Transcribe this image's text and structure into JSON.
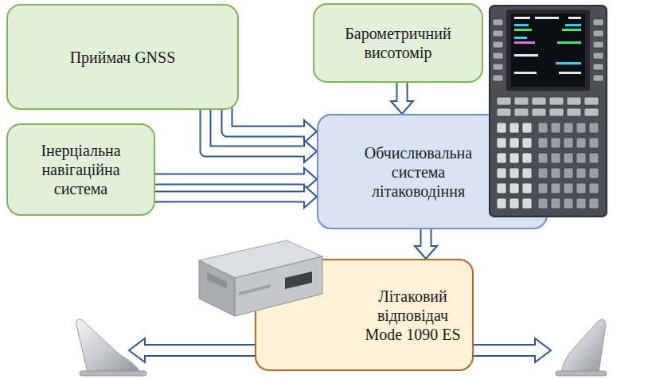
{
  "diagram": {
    "nodes": [
      {
        "text": [
          "Приймач GNSS"
        ]
      },
      {
        "text": [
          "Барометричний висотомір"
        ]
      },
      {
        "text": [
          "Інерціальна навігаційна система"
        ]
      },
      {
        "text": [
          "Обчислювальна система літаководіння"
        ]
      },
      {
        "text": [
          "Літаковий відповідач Mode 1090 ES"
        ]
      }
    ],
    "edges": [
      {
        "from": 0,
        "to": 3,
        "arrow": "to"
      },
      {
        "from": 0,
        "to": 3,
        "arrow": "to"
      },
      {
        "from": 1,
        "to": 3,
        "arrow": "to"
      },
      {
        "from": 2,
        "to": 3,
        "arrow": "to"
      },
      {
        "from": 2,
        "to": 3,
        "arrow": "to"
      },
      {
        "from": 3,
        "to": 4,
        "arrow": "to"
      }
    ]
  }
}
